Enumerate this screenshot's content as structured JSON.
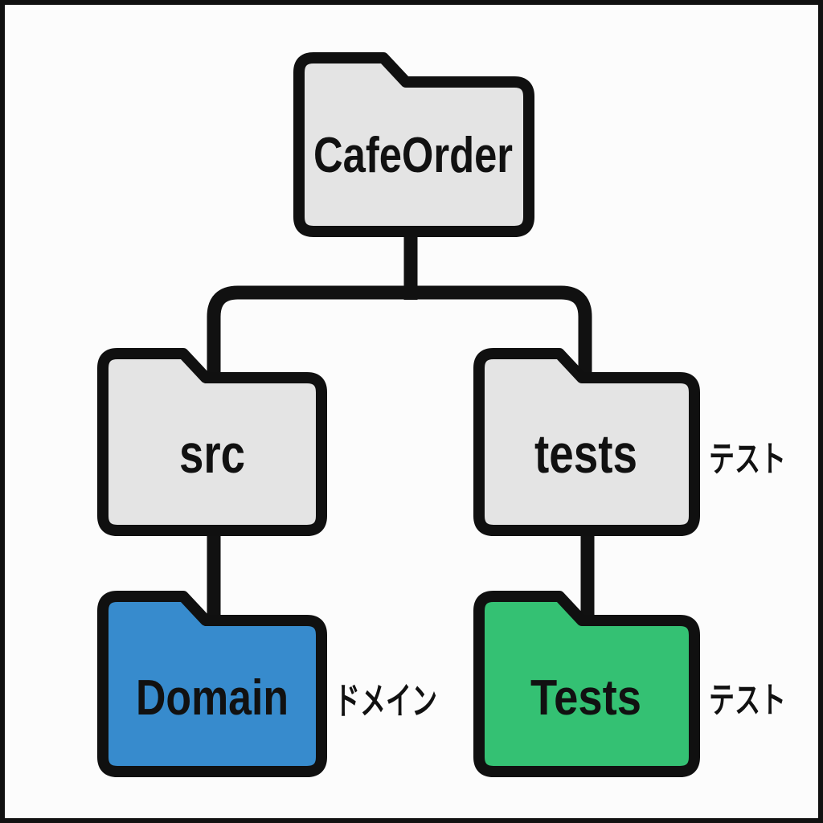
{
  "diagram": {
    "type": "folder-tree",
    "background_color": "#fcfcfc",
    "outline_color": "#111111",
    "frame_color": "#111111",
    "colors": {
      "gray_folder": "#e4e4e4",
      "blue_folder": "#378bcd",
      "green_folder": "#34c173"
    },
    "nodes": {
      "cafeorder": {
        "label": "CafeOrder",
        "fill": "#e4e4e4"
      },
      "src": {
        "label": "src",
        "fill": "#e4e4e4"
      },
      "tests": {
        "label": "tests",
        "fill": "#e4e4e4",
        "annotation": "テスト"
      },
      "domain": {
        "label": "Domain",
        "fill": "#378bcd",
        "annotation": "ドメイン"
      },
      "tests_leaf": {
        "label": "Tests",
        "fill": "#34c173",
        "annotation": "テスト"
      }
    },
    "edges": [
      {
        "from": "CafeOrder",
        "to": "src"
      },
      {
        "from": "CafeOrder",
        "to": "tests"
      },
      {
        "from": "src",
        "to": "Domain"
      },
      {
        "from": "tests",
        "to": "Tests"
      }
    ]
  }
}
